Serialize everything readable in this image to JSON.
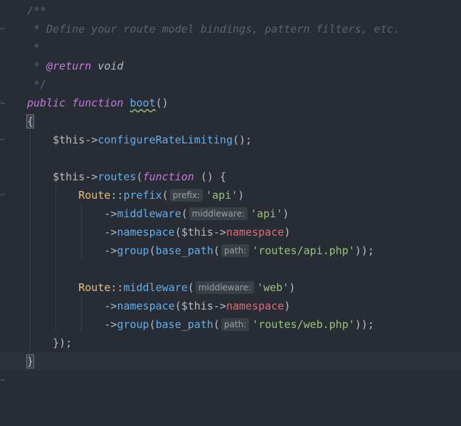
{
  "doc": {
    "open": "/**",
    "desc": " * Define your route model bindings, pattern filters, etc.",
    "star": " *",
    "return_prefix": " * ",
    "return_tag": "@return",
    "return_type": " void",
    "close": " */"
  },
  "method": {
    "visibility": "public",
    "keyword": "function",
    "name": "boot",
    "parens": "()"
  },
  "braces": {
    "open": "{",
    "close": "}"
  },
  "line_rate": {
    "var": "$this",
    "arrow": "->",
    "call": "configureRateLimiting",
    "tail": "();"
  },
  "line_routes": {
    "var": "$this",
    "arrow": "->",
    "call": "routes",
    "paren": "(",
    "keyword": "function",
    "tail": " () {"
  },
  "api": {
    "cls": "Route",
    "sep": "::",
    "prefix_call": "prefix",
    "prefix_hint": "prefix:",
    "prefix_value": "'api'",
    "mw_call": "middleware",
    "mw_hint": "middleware:",
    "mw_value": "'api'",
    "ns_call": "namespace",
    "ns_var": "$this",
    "ns_prop": "namespace",
    "group_call": "group",
    "bp_call": "base_path",
    "path_hint": "path:",
    "path_value": "'routes/api.php'",
    "end": "));"
  },
  "web": {
    "cls": "Route",
    "sep": "::",
    "mw_call": "middleware",
    "mw_hint": "middleware:",
    "mw_value": "'web'",
    "ns_call": "namespace",
    "ns_var": "$this",
    "ns_prop": "namespace",
    "group_call": "group",
    "bp_call": "base_path",
    "path_hint": "path:",
    "path_value": "'routes/web.php'",
    "end": "));"
  },
  "closure_end": "});",
  "colors": {
    "background": "#282c34",
    "keyword": "#c678dd",
    "function": "#61afef",
    "class": "#e5c07b",
    "property": "#e06c75",
    "string": "#98c379",
    "comment": "#5c6370"
  }
}
